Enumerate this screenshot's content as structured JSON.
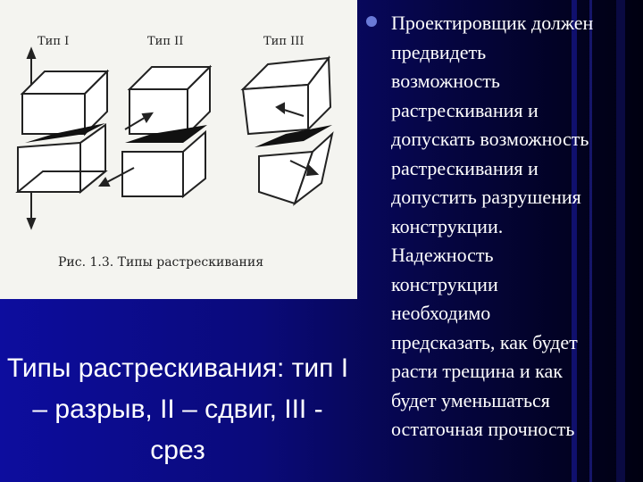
{
  "figure": {
    "labels": [
      "Тип I",
      "Тип II",
      "Тип III"
    ],
    "caption": "Рис. 1.3. Типы растрескивания"
  },
  "caption_text": "Типы растрескивания: тип I – разрыв, II – сдвиг, III - срез",
  "body_text": "Проектировщик должен\nпредвидеть\nвозможность\nрастрескивания и\nдопускать возможность\nрастрескивания и\nдопустить разрушения\nконструкции.\nНадежность\nконструкции\nнеобходимо\nпредсказать, как будет\nрасти трещина и как\nбудет уменьшаться\nостаточная прочность",
  "colors": {
    "background": "#0a0a7a",
    "bullet": "#6a7ad8",
    "figure_bg": "#f4f4f0"
  },
  "icons": [
    "bullet-icon"
  ]
}
